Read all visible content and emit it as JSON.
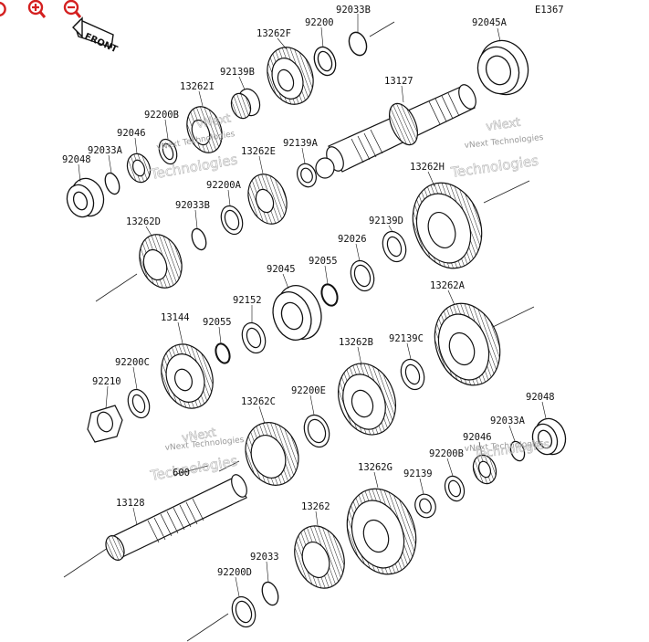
{
  "toolbar": {
    "buttons": [
      {
        "name": "reset-view-button",
        "icon": "rotate-icon"
      },
      {
        "name": "zoom-in-button",
        "icon": "zoom-in-icon"
      },
      {
        "name": "zoom-out-button",
        "icon": "zoom-out-icon"
      }
    ],
    "color": "#d42020"
  },
  "diagram": {
    "figure_code": "E1367",
    "front_label": "FRONT",
    "watermark_line1": "vNext Technologies",
    "watermark_line2": "Technologies",
    "watermark_top": "vNext",
    "parts": {
      "p92033B": "92033B",
      "p92200": "92200",
      "p92045A": "92045A",
      "p13262F": "13262F",
      "p92139B": "92139B",
      "p13127": "13127",
      "p13262I": "13262I",
      "p92200B_top": "92200B",
      "p92046_top": "92046",
      "p92033A_top": "92033A",
      "p92048_top": "92048",
      "p92139A": "92139A",
      "p13262E": "13262E",
      "p92200A": "92200A",
      "p13262H": "13262H",
      "p92033B_mid": "92033B",
      "p13262D": "13262D",
      "p92139D": "92139D",
      "p92026": "92026",
      "p92045": "92045",
      "p92055_a": "92055",
      "p92152": "92152",
      "p13262A": "13262A",
      "p13144": "13144",
      "p92055_b": "92055",
      "p13262B": "13262B",
      "p92139C": "92139C",
      "p92200C": "92200C",
      "p92210": "92210",
      "p13262C": "13262C",
      "p92200E": "92200E",
      "p92048_bot": "92048",
      "p92033A_bot": "92033A",
      "p92046_bot": "92046",
      "p92200B_bot": "92200B",
      "p600": "600",
      "p13262G": "13262G",
      "p92139": "92139",
      "p13128": "13128",
      "p13262": "13262",
      "p92033": "92033",
      "p92200D": "92200D"
    }
  }
}
